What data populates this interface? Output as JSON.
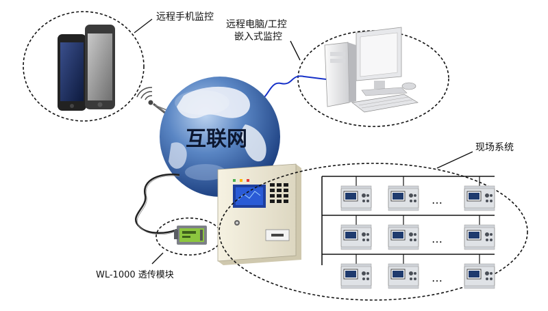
{
  "labels": {
    "remote_phone": "远程手机监控",
    "remote_pc_line1": "远程电脑/工控",
    "remote_pc_line2": "嵌入式监控",
    "internet": "互联网",
    "field_system": "现场系统",
    "module": "WL-1000 透传模块",
    "ellipsis": "…"
  },
  "field_grid": {
    "rows": 3,
    "device_columns": 3,
    "ellipsis_column": 3
  },
  "colors": {
    "cable_blue": "#1530c8",
    "cable_black": "#222222",
    "globe_ocean": "#4f79b8",
    "globe_land": "#e9eef7",
    "panel_body": "#eee9d6",
    "screen_blue": "#2a5bd6",
    "module_green": "#7fbf2f"
  },
  "icons": {
    "phone": "smartphone-icon",
    "computer": "desktop-computer-icon",
    "antenna": "wireless-antenna-icon",
    "globe": "globe-icon",
    "controller": "control-cabinet-icon",
    "module": "transmission-module-icon",
    "device": "field-device-icon"
  }
}
